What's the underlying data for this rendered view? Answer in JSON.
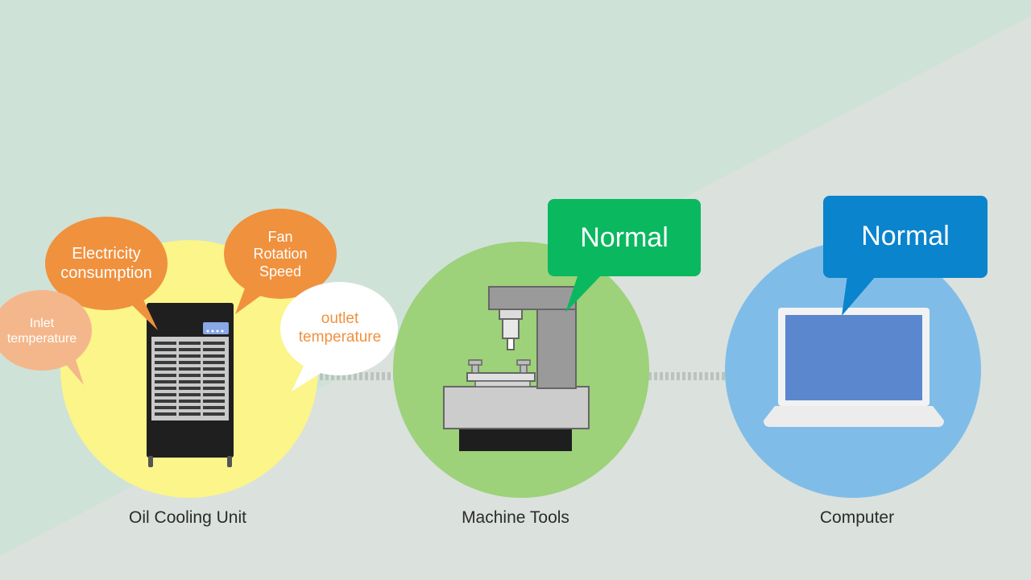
{
  "colors": {
    "background_upper": "#cfe2d8",
    "background_lower": "#dbe1dd",
    "oil_circle": "#fbf58a",
    "machine_circle": "#9dd17a",
    "computer_circle": "#7fbde8",
    "orange_bubble": "#f0913e",
    "light_orange_bubble": "#f4b78b",
    "white_bubble": "#ffffff",
    "status_green": "#0ab860",
    "status_blue": "#0a84cc"
  },
  "nodes": {
    "oil_cooling_unit": {
      "label": "Oil Cooling Unit",
      "icon": "oil-cooler-icon",
      "bubbles": {
        "electricity": "Electricity consumption",
        "fan": "Fan Rotation Speed",
        "inlet": "Inlet temperature",
        "outlet": "outlet temperature"
      }
    },
    "machine_tools": {
      "label": "Machine Tools",
      "icon": "machine-tool-icon",
      "status": "Normal"
    },
    "computer": {
      "label": "Computer",
      "icon": "laptop-icon",
      "status": "Normal"
    }
  }
}
